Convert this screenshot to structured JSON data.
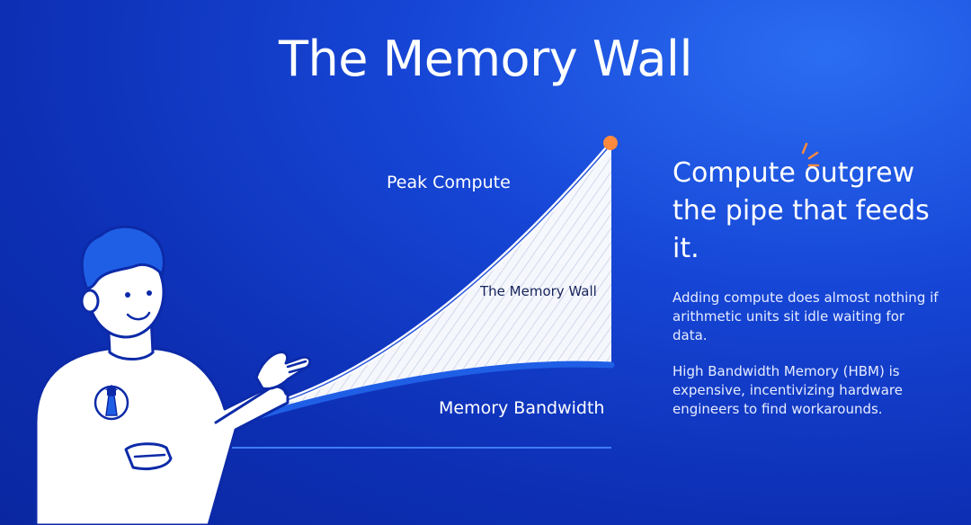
{
  "title": "The Memory Wall",
  "diagram": {
    "peak_compute_label": "Peak Compute",
    "memory_wall_label": "The Memory Wall",
    "memory_bandwidth_label": "Memory Bandwidth"
  },
  "side_panel": {
    "headline": "Compute outgrew the pipe that feeds it.",
    "paragraph_1": "Adding compute does almost nothing if arithmetic units sit idle waiting for data.",
    "paragraph_2": "High Bandwidth Memory (HBM) is expensive, incentivizing hardware engineers to find workarounds."
  },
  "colors": {
    "background": "#1646d6",
    "curve_dot": "#ff8a3d",
    "bandwidth_curve": "#1f5fe6",
    "character_hair": "#1f5fe6",
    "character_shirt": "#ffffff"
  },
  "icons": {
    "character": "presenter-illustration",
    "badge": "lighthouse-icon",
    "spark": "spark-icon"
  }
}
